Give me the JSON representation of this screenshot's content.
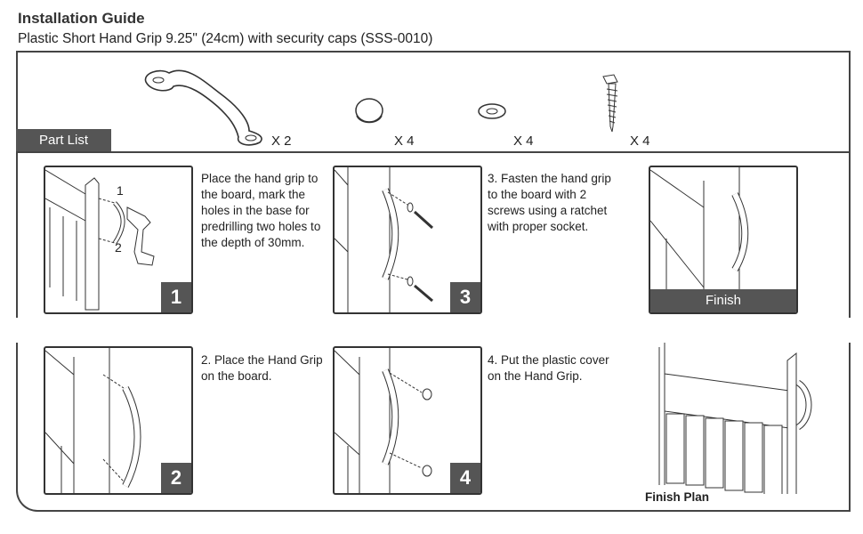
{
  "header": {
    "title": "Installation Guide",
    "subtitle": "Plastic Short Hand Grip 9.25\" (24cm) with security caps (SSS-0010)"
  },
  "part_list": {
    "label": "Part List",
    "items": [
      {
        "name": "hand-grip",
        "icon": "hand-grip-icon",
        "qty": "X 2"
      },
      {
        "name": "security-cap",
        "icon": "cap-icon",
        "qty": "X 4"
      },
      {
        "name": "washer",
        "icon": "washer-icon",
        "qty": "X 4"
      },
      {
        "name": "screw",
        "icon": "screw-icon",
        "qty": "X 4"
      }
    ]
  },
  "steps": [
    {
      "number": "1",
      "text": "Place the hand grip to the board, mark the holes in the base for predrilling two holes to the depth of 30mm.",
      "labels": [
        "1",
        "2"
      ]
    },
    {
      "number": "2",
      "text": "2. Place the Hand Grip on the board."
    },
    {
      "number": "3",
      "text": "3. Fasten the hand grip to the board with 2 screws using a ratchet with proper socket."
    },
    {
      "number": "4",
      "text": "4. Put the plastic cover on the Hand Grip."
    }
  ],
  "finish": {
    "label": "Finish",
    "plan_label": "Finish Plan"
  }
}
